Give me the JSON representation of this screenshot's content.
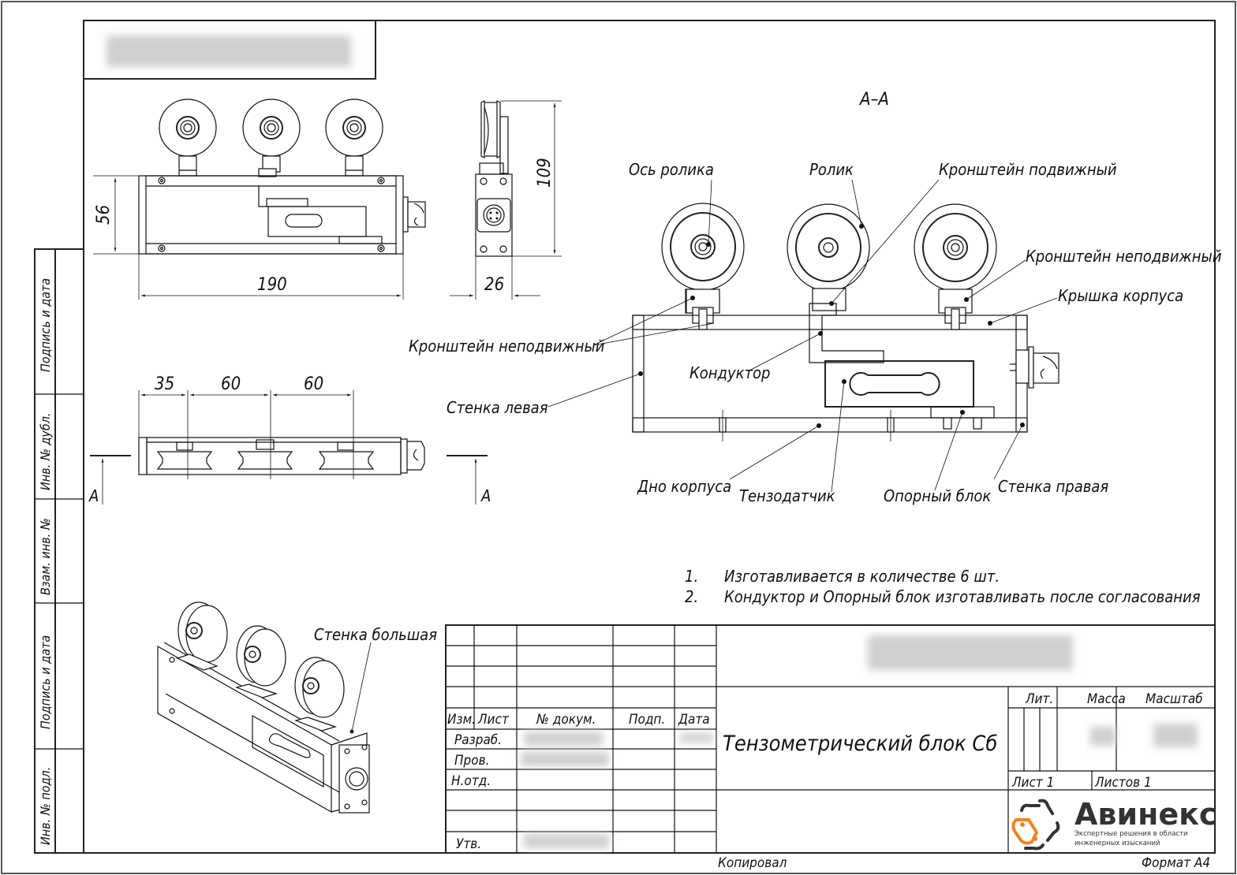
{
  "sheet": {
    "format": "Формат A4",
    "copied_by": "Копировал"
  },
  "side_stamp": {
    "cells": [
      "Подпись и дата",
      "Инв. № дубл.",
      "Взам. инв. №",
      "Подпись и дата",
      "Инв. № подл."
    ]
  },
  "views": {
    "front": {
      "dim_height": "56",
      "dim_length": "190"
    },
    "side": {
      "dim_height": "109",
      "dim_width": "26"
    },
    "top": {
      "dims": [
        "35",
        "60",
        "60"
      ],
      "section_mark": "A"
    },
    "section": {
      "title": "А–А",
      "callouts": {
        "axis": "Ось ролика",
        "roller": "Ролик",
        "bracket_mobile": "Кронштейн подвижный",
        "bracket_fixed_right": "Кронштейн неподвижный",
        "cover": "Крышка корпуса",
        "bracket_fixed_left": "Кронштейн неподвижный",
        "conductor": "Кондуктор",
        "wall_left": "Стенка левая",
        "bottom": "Дно корпуса",
        "load_cell": "Тензодатчик",
        "support_block": "Опорный блок",
        "wall_right": "Стенка правая"
      }
    },
    "iso": {
      "callout": "Стенка большая"
    }
  },
  "notes": [
    {
      "num": "1.",
      "text": "Изготавливается в количестве 6 шт."
    },
    {
      "num": "2.",
      "text": "Кондуктор и Опорный блок изготавливать после согласования"
    }
  ],
  "title_block": {
    "headers": {
      "izm": "Изм.",
      "list": "Лист",
      "doc": "№ докум.",
      "sign": "Подп.",
      "date": "Дата"
    },
    "roles": {
      "dev": "Разраб.",
      "check": "Пров.",
      "head": "Н.отд.",
      "approve": "Утв."
    },
    "title": "Тензометрический блок Сб",
    "lit": "Лит.",
    "mass": "Масса",
    "scale": "Масштаб",
    "sheet": "Лист 1",
    "sheets": "Листов 1"
  },
  "logo": {
    "name": "Авинекс",
    "tagline_1": "Экспертные решения в области",
    "tagline_2": "инженерных изысканий",
    "colors": {
      "dark": "#333333",
      "accent": "#f5821f"
    }
  }
}
